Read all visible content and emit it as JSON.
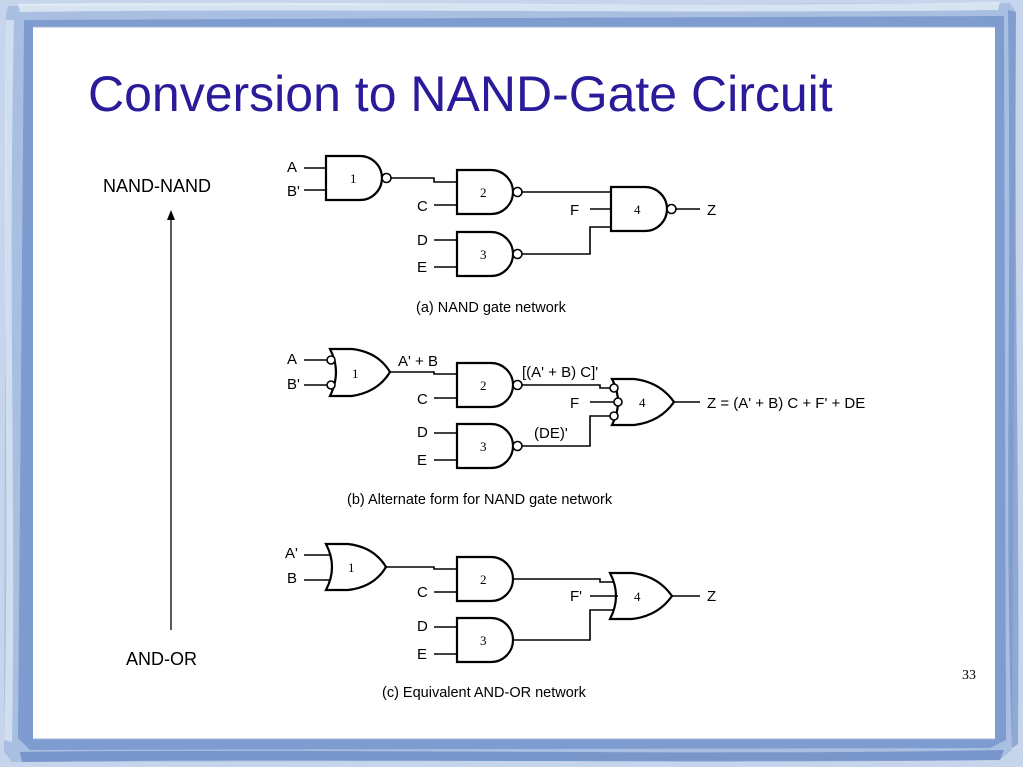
{
  "slide": {
    "title": "Conversion to NAND-Gate Circuit",
    "label_top": "NAND-NAND",
    "label_bottom": "AND-OR",
    "page_number": "33",
    "colors": {
      "title": "#2a1b9a",
      "frame": "#8fa9d4",
      "frame_light": "#c9d7ec"
    }
  },
  "circuits": {
    "a": {
      "caption": "(a) NAND gate network",
      "inputs": [
        "A",
        "B'",
        "C",
        "D",
        "E"
      ],
      "f_label": "F",
      "output": "Z",
      "gate_numbers": [
        "1",
        "2",
        "3",
        "4"
      ]
    },
    "b": {
      "caption": "(b) Alternate form for NAND gate network",
      "inputs": [
        "A",
        "B'",
        "C",
        "D",
        "E"
      ],
      "f_label": "F",
      "gate_numbers": [
        "1",
        "2",
        "3",
        "4"
      ],
      "expr_gate1": "A' + B",
      "expr_gate2": "[(A' + B) C]'",
      "expr_gate3": "(DE)'",
      "output_expr": "Z = (A' + B) C + F' + DE"
    },
    "c": {
      "caption": "(c) Equivalent AND-OR network",
      "inputs": [
        "A'",
        "B",
        "C",
        "D",
        "E"
      ],
      "f_label": "F'",
      "output": "Z",
      "gate_numbers": [
        "1",
        "2",
        "3",
        "4"
      ]
    }
  }
}
